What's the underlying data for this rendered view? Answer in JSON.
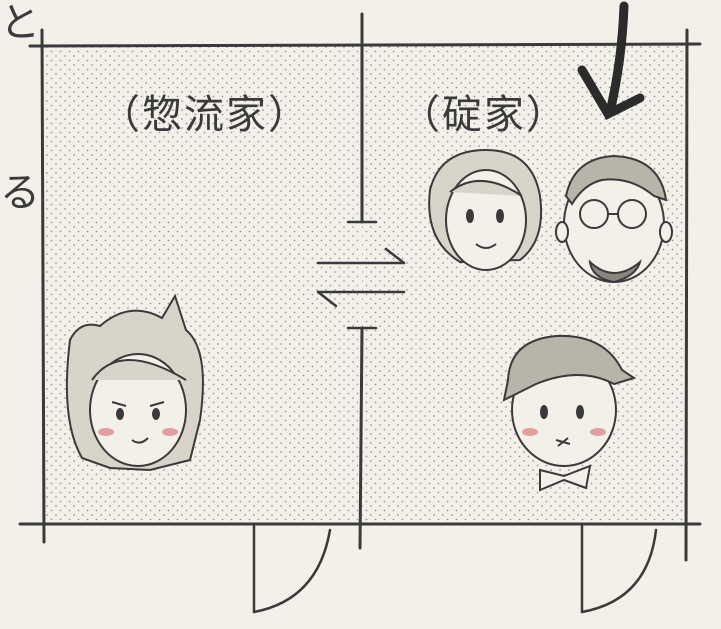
{
  "rooms": {
    "left": {
      "label": "（惣流家）"
    },
    "right": {
      "label": "（碇家）"
    }
  },
  "edge_glyphs": {
    "top": "と",
    "mid": "る"
  },
  "colors": {
    "paper": "#f3f0e9",
    "ink": "#3a3a3a",
    "dots": "#9a9a9a",
    "blush": "#e0a0a0"
  },
  "icons": [
    "exchange-arrows-icon",
    "pointer-arrow-icon",
    "door-icon"
  ]
}
